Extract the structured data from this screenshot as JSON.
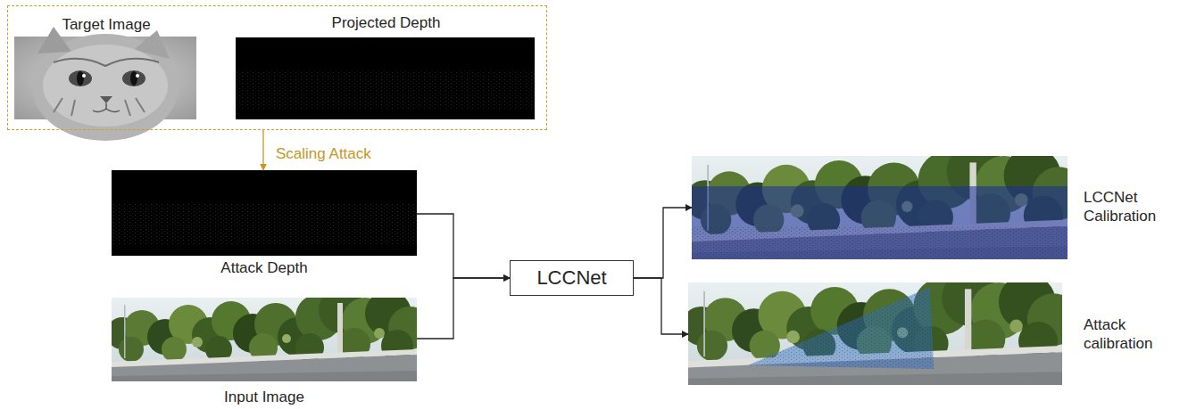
{
  "diagram": {
    "nodes": [
      {
        "text": []
      },
      {
        "text": [
          "Target Image"
        ],
        "in": 0
      },
      {
        "text": [
          "Projected Depth"
        ],
        "in": 0
      },
      {
        "text": [
          "Attack Depth"
        ]
      },
      {
        "text": [
          "Input Image"
        ]
      },
      {
        "text": [
          "LCCNet"
        ]
      },
      {
        "text": [
          "LCCNet Calibration"
        ]
      },
      {
        "text": [
          "Attack calibration"
        ]
      }
    ],
    "edges": [
      {
        "from": 0,
        "to": 3,
        "arrow": "to",
        "label": "Scaling Attack"
      },
      {
        "from": 3,
        "to": 5,
        "arrow": "to"
      },
      {
        "from": 4,
        "to": 5,
        "arrow": "to"
      },
      {
        "from": 5,
        "to": 6,
        "arrow": "to"
      },
      {
        "from": 5,
        "to": 7,
        "arrow": "to"
      }
    ]
  }
}
